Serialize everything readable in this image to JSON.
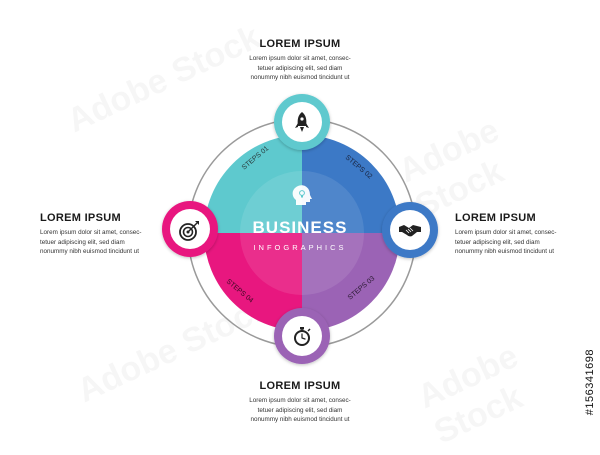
{
  "center": {
    "title": "BUSINESS",
    "subtitle": "INFOGRAPHICS"
  },
  "steps": [
    {
      "label": "STEPS 01",
      "color": "#5EC9CE",
      "icon": "rocket-icon"
    },
    {
      "label": "STEPS 02",
      "color": "#3C79C6",
      "icon": "handshake-icon"
    },
    {
      "label": "STEPS 03",
      "color": "#9B63B5",
      "icon": "stopwatch-icon"
    },
    {
      "label": "STEPS 04",
      "color": "#E8177F",
      "icon": "target-icon"
    }
  ],
  "blocks": {
    "top": {
      "title": "LOREM IPSUM",
      "line1": "Lorem ipsum dolor sit amet, consec-",
      "line2": "tetuer adipiscing elit, sed diam",
      "line3": "nonummy nibh euismod tincidunt ut"
    },
    "right": {
      "title": "LOREM IPSUM",
      "line1": "Lorem ipsum dolor sit amet, consec-",
      "line2": "tetuer adipiscing elit, sed diam",
      "line3": "nonummy nibh euismod tincidunt ut"
    },
    "bottom": {
      "title": "LOREM IPSUM",
      "line1": "Lorem ipsum dolor sit amet, consec-",
      "line2": "tetuer adipiscing elit, sed diam",
      "line3": "nonummy nibh euismod tincidunt ut"
    },
    "left": {
      "title": "LOREM IPSUM",
      "line1": "Lorem ipsum dolor sit amet, consec-",
      "line2": "tetuer adipiscing elit, sed diam",
      "line3": "nonummy nibh euismod tincidunt ut"
    }
  },
  "watermark": {
    "id": "#156341698",
    "brand": "Adobe Stock"
  }
}
